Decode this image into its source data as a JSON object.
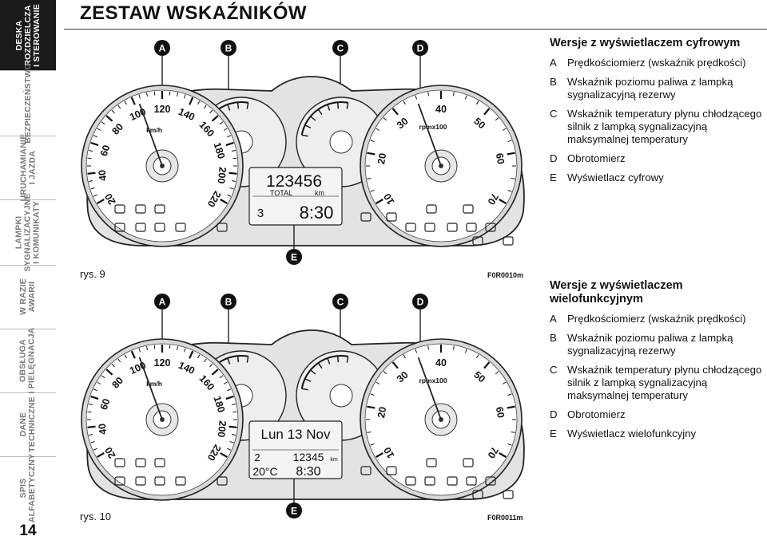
{
  "sidebar": {
    "tabs": [
      {
        "label": "DESKA\nROZDZIELCZA\nI STEROWANIE",
        "active": true
      },
      {
        "label": "BEZPIECZEŃSTWO",
        "active": false
      },
      {
        "label": "URUCHAMIANIE\nI JAZDA",
        "active": false
      },
      {
        "label": "LAMPKI\nSYGNALIZACYJNE\nI KOMUNIKATY",
        "active": false
      },
      {
        "label": "W RAZIE\nAWARII",
        "active": false
      },
      {
        "label": "OBSŁUGA\nI PIELĘGNACJA",
        "active": false
      },
      {
        "label": "DANE\nTECHNICZNE",
        "active": false
      },
      {
        "label": "SPIS\nALFABETYCZNY",
        "active": false
      }
    ],
    "page_number": "14"
  },
  "page_title": "ZESTAW WSKAŹNIKÓW",
  "figures": [
    {
      "caption": "rys. 9",
      "code": "F0R0010m",
      "callouts": [
        "A",
        "B",
        "C",
        "D",
        "E"
      ],
      "speedo_unit": "km/h",
      "speedo_ticks": [
        "20",
        "40",
        "60",
        "80",
        "100",
        "120",
        "140",
        "160",
        "180",
        "200",
        "220"
      ],
      "rpm_unit": "rpmx100",
      "rpm_ticks": [
        "10",
        "20",
        "30",
        "40",
        "50",
        "60",
        "70"
      ],
      "display": {
        "line1": "123456",
        "line2": "TOTAL",
        "line2_unit": "km",
        "line3_left": "3",
        "line3_right": "8:30"
      }
    },
    {
      "caption": "rys. 10",
      "code": "F0R0011m",
      "callouts": [
        "A",
        "B",
        "C",
        "D",
        "E"
      ],
      "speedo_unit": "km/h",
      "speedo_ticks": [
        "20",
        "40",
        "60",
        "80",
        "100",
        "120",
        "140",
        "160",
        "180",
        "200",
        "220"
      ],
      "rpm_unit": "rpmx100",
      "rpm_ticks": [
        "10",
        "20",
        "30",
        "40",
        "50",
        "60",
        "70"
      ],
      "display": {
        "line1": "Lun 13 Nov",
        "line2_left": "2",
        "line2": "12345",
        "line2_unit": "km",
        "line3_left": "20°C",
        "line3_right": "8:30"
      }
    }
  ],
  "sections": [
    {
      "heading": "Wersje z wyświetlaczem cyfrowym",
      "items": [
        {
          "key": "A",
          "text": "Prędkościomierz (wskaźnik prędkości)"
        },
        {
          "key": "B",
          "text": "Wskaźnik poziomu paliwa z lampką sygnalizacyjną rezerwy"
        },
        {
          "key": "C",
          "text": "Wskaźnik temperatury płynu chłodzącego silnik z lampką sygnalizacyjną maksymalnej temperatury"
        },
        {
          "key": "D",
          "text": "Obrotomierz"
        },
        {
          "key": "E",
          "text": "Wyświetlacz cyfrowy"
        }
      ]
    },
    {
      "heading": "Wersje z wyświetlaczem wielofunkcyjnym",
      "items": [
        {
          "key": "A",
          "text": "Prędkościomierz (wskaźnik prędkości)"
        },
        {
          "key": "B",
          "text": "Wskaźnik poziomu paliwa z lampką sygnalizacyjną rezerwy"
        },
        {
          "key": "C",
          "text": "Wskaźnik temperatury płynu chłodzącego silnik z lampką sygnalizacyjną maksymalnej temperatury"
        },
        {
          "key": "D",
          "text": "Obrotomierz"
        },
        {
          "key": "E",
          "text": "Wyświetlacz wielofunkcyjny"
        }
      ]
    }
  ]
}
